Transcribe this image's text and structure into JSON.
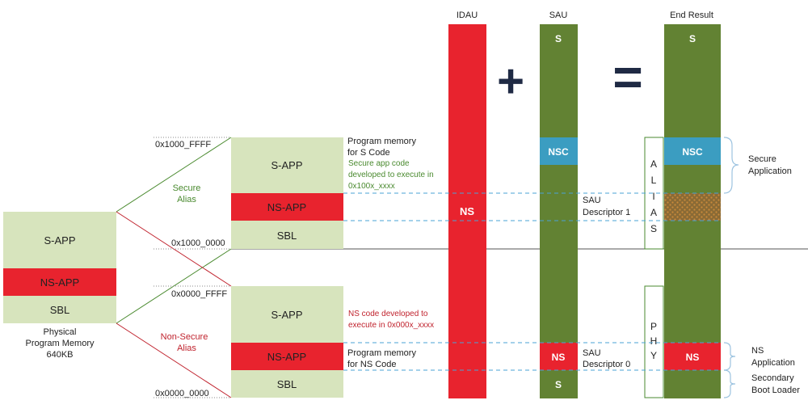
{
  "colors": {
    "light_green": "#d7e4bd",
    "red": "#e8232e",
    "dark_green": "#628233",
    "blue": "#3b9dc1",
    "navy": "#1f2a44",
    "green_text": "#4a8a2f",
    "red_text": "#c0232e",
    "dashed": "#4aa3d6",
    "brace": "#9cc3e0",
    "gray_line": "#555555"
  },
  "physical": {
    "s_app": "S-APP",
    "ns_app": "NS-APP",
    "sbl": "SBL",
    "caption_l1": "Physical",
    "caption_l2": "Program Memory",
    "caption_l3": "640KB"
  },
  "alias": {
    "secure_l1": "Secure",
    "secure_l2": "Alias",
    "nonsecure_l1": "Non-Secure",
    "nonsecure_l2": "Alias"
  },
  "addresses": {
    "a1": "0x1000_FFFF",
    "a2": "0x1000_0000",
    "a3": "0x0000_FFFF",
    "a4": "0x0000_0000"
  },
  "secure_stack": {
    "s_app": "S-APP",
    "ns_app": "NS-APP",
    "sbl": "SBL"
  },
  "nonsecure_stack": {
    "s_app": "S-APP",
    "ns_app": "NS-APP",
    "sbl": "SBL"
  },
  "notes": {
    "pm_s_l1": "Program memory",
    "pm_s_l2": "for S Code",
    "secure_app_l1": "Secure app code",
    "secure_app_l2": "developed to execute in",
    "secure_app_l3": "0x100x_xxxx",
    "ns_code_l1": "NS code developed to",
    "ns_code_l2": "execute in 0x000x_xxxx",
    "pm_ns_l1": "Program memory",
    "pm_ns_l2": "for NS Code"
  },
  "idau": {
    "title": "IDAU",
    "ns": "NS"
  },
  "operators": {
    "plus": "+",
    "equals": "="
  },
  "sau": {
    "title": "SAU",
    "s_top": "S",
    "nsc": "NSC",
    "ns": "NS",
    "s_bottom": "S",
    "desc1_l1": "SAU",
    "desc1_l2": "Descriptor 1",
    "desc0_l1": "SAU",
    "desc0_l2": "Descriptor 0"
  },
  "alias_box": {
    "letters": [
      "A",
      "L",
      "I",
      "A",
      "S"
    ]
  },
  "phy_box": {
    "letters": [
      "P",
      "H",
      "Y"
    ]
  },
  "end_result": {
    "title": "End Result",
    "s_top": "S",
    "nsc": "NSC",
    "ns": "NS"
  },
  "right_labels": {
    "secure_l1": "Secure",
    "secure_l2": "Application",
    "ns_l1": "NS",
    "ns_l2": "Application",
    "boot_l1": "Secondary",
    "boot_l2": "Boot Loader"
  }
}
